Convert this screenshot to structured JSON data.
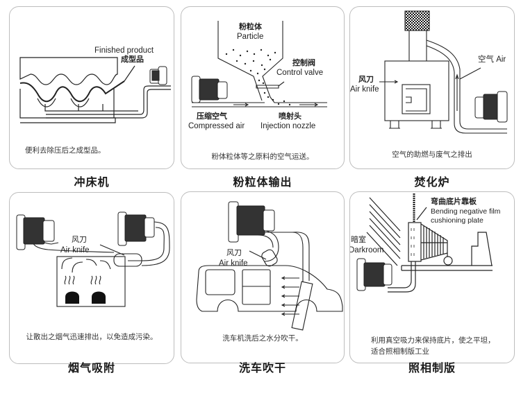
{
  "panels": [
    {
      "id": "punch-press",
      "title": "冲床机",
      "labels": {
        "en": "Finished product",
        "zh": "成型品"
      },
      "caption": "便利去除压后之成型品。"
    },
    {
      "id": "powder-conveying",
      "title": "粉粒体输出",
      "labels": {
        "particle_zh": "粉粒体",
        "particle_en": "Particle",
        "valve_zh": "控制阀",
        "valve_en": "Control valve",
        "air_zh": "压缩空气",
        "air_en": "Compressed air",
        "nozzle_zh": "喷射头",
        "nozzle_en": "Injection nozzle"
      },
      "caption": "粉体粒体等之原料的空气运送。"
    },
    {
      "id": "incinerator",
      "title": "焚化炉",
      "labels": {
        "knife_zh": "风刀",
        "knife_en": "Air knife",
        "air": "空气  Air"
      },
      "caption": "空气的助燃与废气之排出"
    },
    {
      "id": "fume-extraction",
      "title": "烟气吸附",
      "labels": {
        "knife_zh": "风刀",
        "knife_en": "Air knife"
      },
      "caption": "让散出之烟气迅速排出，以免造成污染。"
    },
    {
      "id": "car-wash-drying",
      "title": "洗车吹干",
      "labels": {
        "knife_zh": "风刀",
        "knife_en": "Air knife"
      },
      "caption": "洗车机洗后之水分吹干。"
    },
    {
      "id": "photo-plate-making",
      "title": "照相制版",
      "labels": {
        "plate_zh": "弯曲底片靠板",
        "plate_en1": "Bending negative film",
        "plate_en2": "cushioning plate",
        "room_zh": "暗室",
        "room_en": "Darkroom"
      },
      "caption_line1": "利用真空吸力来保持底片，使之平坦，",
      "caption_line2": "适合照相制版工业"
    }
  ]
}
